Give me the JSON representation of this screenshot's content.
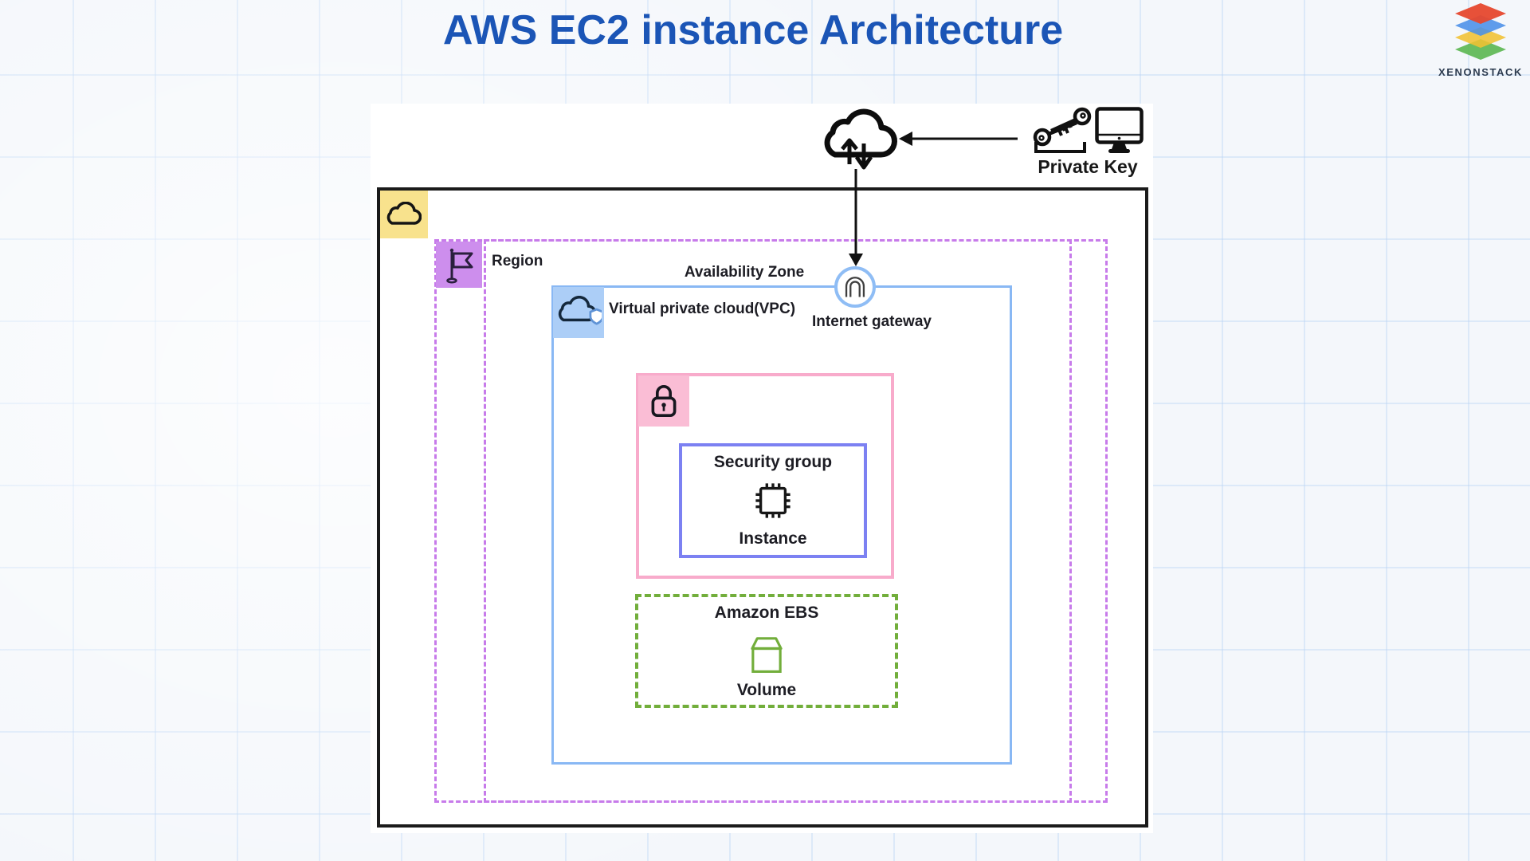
{
  "header": {
    "title": "AWS EC2 instance Architecture",
    "brand": "XENONSTACK"
  },
  "connections": {
    "private_key_label": "Private Key"
  },
  "diagram": {
    "region": "Region",
    "availability_zone": "Availability Zone",
    "vpc": "Virtual private cloud(VPC)",
    "internet_gateway": "Internet gateway",
    "security_group": "Security group",
    "instance": "Instance",
    "ebs": "Amazon EBS",
    "volume": "Volume"
  },
  "colors": {
    "title_blue": "#1b55b6",
    "outline_black": "#1b1b1b",
    "region_purple": "#c77bea",
    "region_badge_fill": "#cd8eed",
    "vpc_blue": "#89b8f4",
    "vpc_badge_fill": "#accef7",
    "security_pink": "#f8abcb",
    "security_badge_fill": "#fabdd5",
    "instance_indigo": "#7c81f2",
    "ebs_green": "#72ae3b",
    "aws_badge_yellow": "#f8e28d",
    "logo_red": "#e6482e",
    "logo_blue": "#4a90e8",
    "logo_yellow": "#f1c232",
    "logo_green": "#56b54b",
    "brand_text": "#2d3c50"
  }
}
